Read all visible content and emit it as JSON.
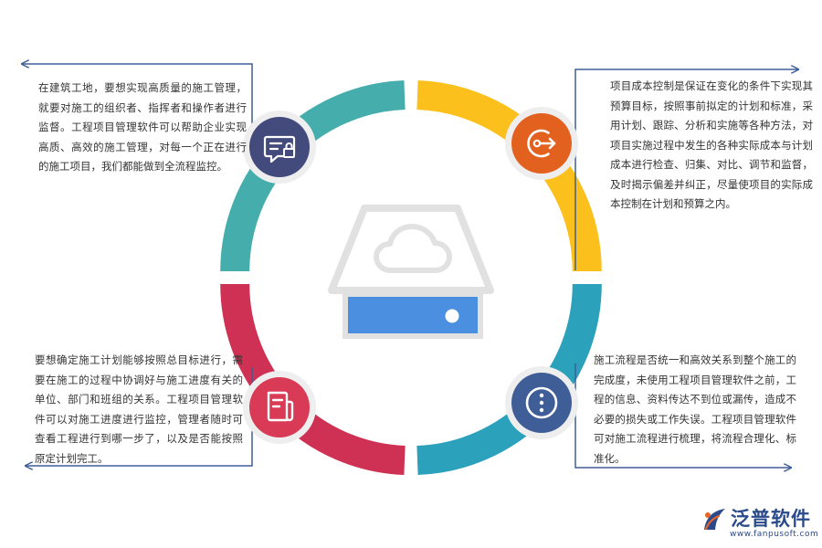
{
  "blocks": {
    "top_left": "在建筑工地，要想实现高质量的施工管理，就要对施工的组织者、指挥者和操作者进行监督。工程项目管理软件可以帮助企业实现高质、高效的施工管理，对每一个正在进行的施工项目，我们都能做到全流程监控。",
    "top_right": "项目成本控制是保证在变化的条件下实现其预算目标，按照事前拟定的计划和标准，采用计划、跟踪、分析和实施等各种方法，对项目实施过程中发生的各种实际成本与计划成本进行检查、归集、对比、调节和监督，及时揭示偏差并纠正，尽量使项目的实际成本控制在计划和预算之内。",
    "bottom_left": "要想确定施工计划能够按照总目标进行，需要在施工的过程中协调好与施工进度有关的单位、部门和班组的关系。工程项目管理软件可以对施工进度进行监控，管理者随时可查看工程进行到哪一步了，以及是否能按照原定计划完工。",
    "bottom_right": "施工流程是否统一和高效关系到整个施工的完成度，未使用工程项目管理软件之前，工程的信息、资料传达不到位或漏传，造成不必要的损失或工作失误。工程项目管理软件可对施工流程进行梳理，将流程合理化、标准化。"
  },
  "logo": {
    "name": "泛普软件",
    "url": "www.fanpusoft.com"
  },
  "colors": {
    "teal": "#45aead",
    "yellow": "#fbc01b",
    "blue_teal": "#2ba1bc",
    "crimson": "#cf3154",
    "navy": "#434a7c",
    "orange": "#e3611f",
    "steel_blue": "#3f5e97",
    "red": "#d93a55",
    "connector": "#3f5e97",
    "drive_outline": "#e1e1e1",
    "drive_bar": "#4a8fe0"
  },
  "icons": {
    "top_left": "chat-lock-icon",
    "top_right": "login-arrow-icon",
    "bottom_left": "document-icon",
    "bottom_right": "more-dots-icon",
    "center": "cloud-drive-icon"
  }
}
